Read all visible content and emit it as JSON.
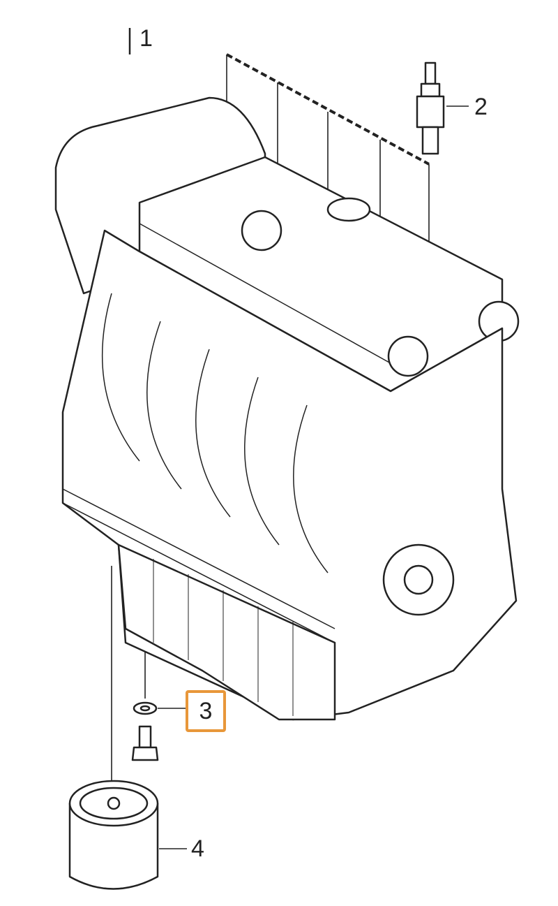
{
  "callouts": {
    "engine": "1",
    "spark_plug": "2",
    "drain_plug": "3",
    "oil_filter": "4"
  },
  "highlight_color": "#E8973A",
  "highlighted_callout": "3"
}
